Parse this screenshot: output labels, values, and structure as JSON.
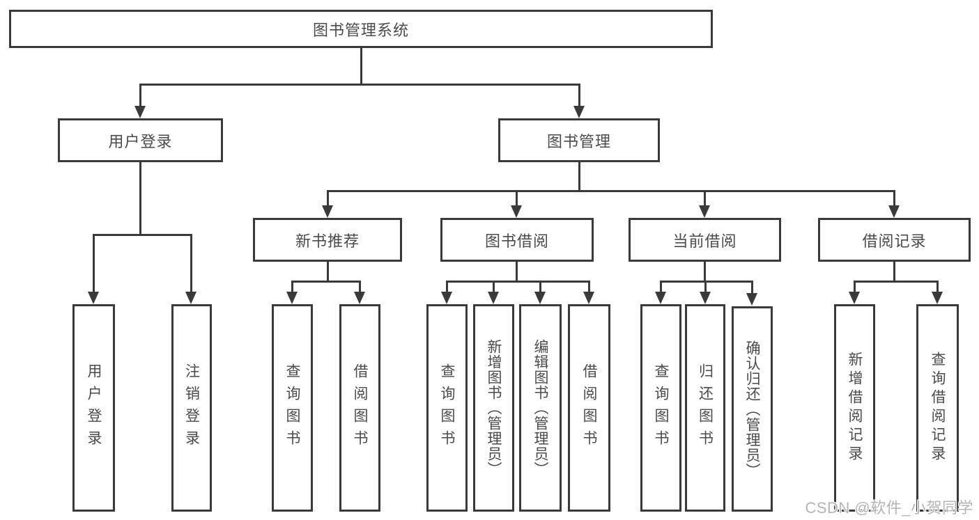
{
  "colors": {
    "line": "#3a3a3a",
    "text": "#4a4a4a",
    "background": "#ffffff",
    "watermark_text": "#b4b4b4"
  },
  "watermark": {
    "text": "CSDN @软件_小贺同学"
  },
  "diagram": {
    "root": {
      "label": "图书管理系统"
    },
    "branches": [
      {
        "label": "用户登录",
        "children": [
          {
            "label": "用户登录"
          },
          {
            "label": "注销登录"
          }
        ]
      },
      {
        "label": "图书管理",
        "children": [
          {
            "label": "新书推荐",
            "children": [
              {
                "label": "查询图书"
              },
              {
                "label": "借阅图书"
              }
            ]
          },
          {
            "label": "图书借阅",
            "children": [
              {
                "label": "查询图书"
              },
              {
                "label": "新增图书（管理员）"
              },
              {
                "label": "编辑图书（管理员）"
              },
              {
                "label": "借阅图书"
              }
            ]
          },
          {
            "label": "当前借阅",
            "children": [
              {
                "label": "查询图书"
              },
              {
                "label": "归还图书"
              },
              {
                "label": "确认归还（管理员）"
              }
            ]
          },
          {
            "label": "借阅记录",
            "children": [
              {
                "label": "新增借阅记录"
              },
              {
                "label": "查询借阅记录"
              }
            ]
          }
        ]
      }
    ]
  }
}
